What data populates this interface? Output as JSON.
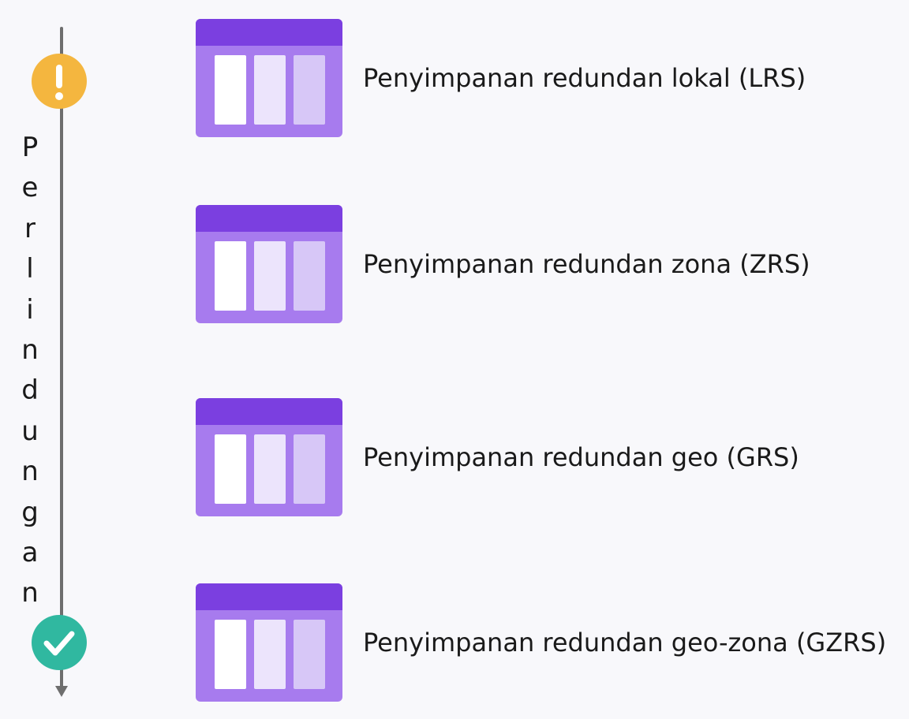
{
  "axis": {
    "label": "Perlindungan"
  },
  "markers": {
    "top_icon": "warning-icon",
    "bottom_icon": "check-icon"
  },
  "colors": {
    "timeline": "#6e6e6e",
    "warning": "#f4b63f",
    "success": "#30b8a0",
    "icon_header": "#7b3fe0",
    "icon_body": "#a77bee",
    "text": "#1a1a1a"
  },
  "items": [
    {
      "label": "Penyimpanan redundan lokal (LRS)",
      "icon": "storage-table-icon"
    },
    {
      "label": "Penyimpanan redundan zona (ZRS)",
      "icon": "storage-table-icon"
    },
    {
      "label": "Penyimpanan redundan geo (GRS)",
      "icon": "storage-table-icon"
    },
    {
      "label": "Penyimpanan redundan geo-zona (GZRS)",
      "icon": "storage-table-icon"
    }
  ]
}
